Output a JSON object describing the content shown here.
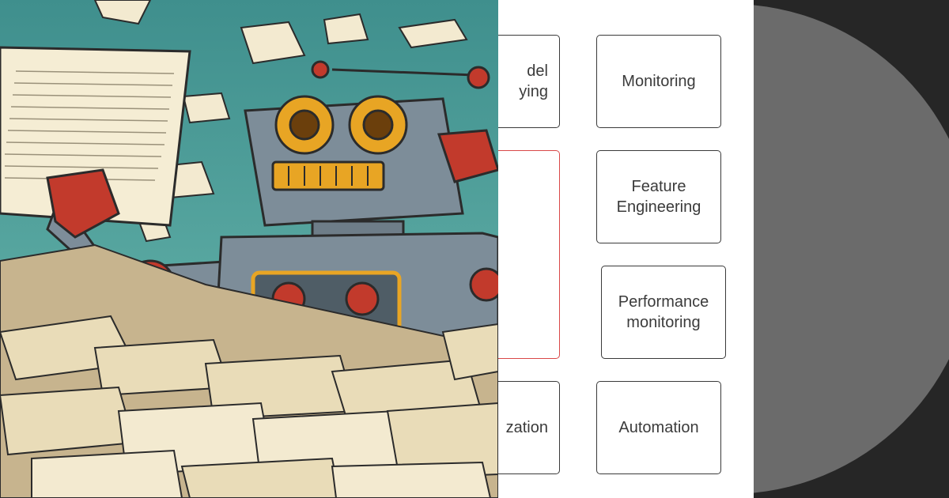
{
  "diagram": {
    "nodes": [
      {
        "id": "model-serving",
        "lines": [
          "del",
          "ying"
        ]
      },
      {
        "id": "monitoring",
        "lines": [
          "Monitoring"
        ]
      },
      {
        "id": "highlighted",
        "lines": []
      },
      {
        "id": "feature-engineering",
        "lines": [
          "Feature",
          "Engineering"
        ]
      },
      {
        "id": "performance-monitoring",
        "lines": [
          "Performance",
          "monitoring"
        ]
      },
      {
        "id": "optimization",
        "lines": [
          "zation"
        ]
      },
      {
        "id": "automation",
        "lines": [
          "Automation"
        ]
      }
    ],
    "highlight_color": "#d94848",
    "border_color": "#3a3a3a",
    "text_color": "#3b3b3b"
  },
  "colors": {
    "sky": "#4f9e9a",
    "robot_body": "#7d8d99",
    "robot_accent": "#c23a2c",
    "eye": "#e8a524",
    "paper": "#f3ead0",
    "dark_panel": "#262626",
    "disc": "#6b6b6b"
  }
}
